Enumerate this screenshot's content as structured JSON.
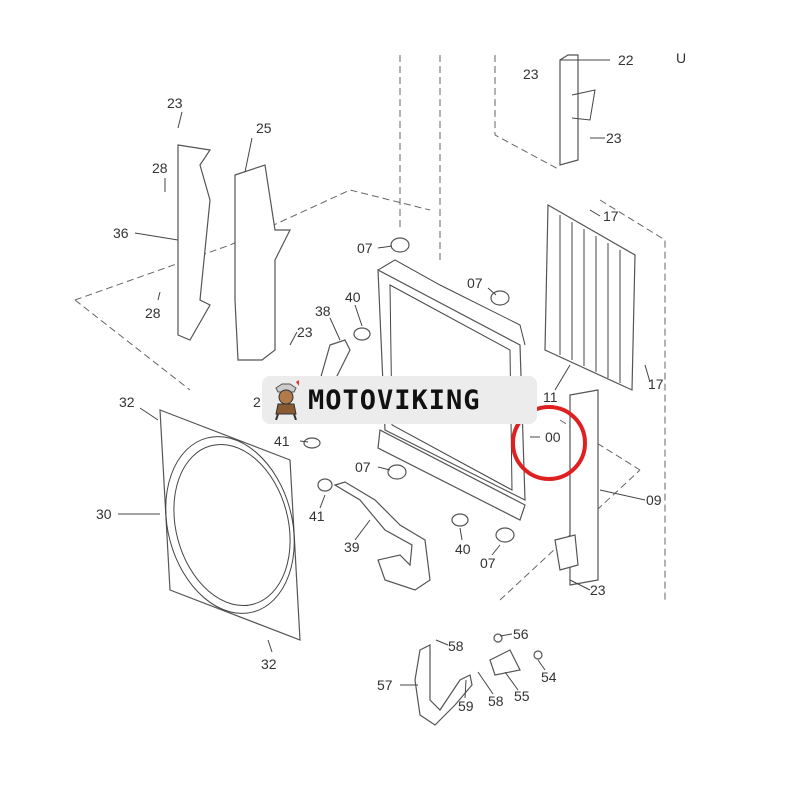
{
  "watermark": {
    "brand": "MOTOVIKING"
  },
  "highlight": {
    "label": "00",
    "color": "#e02020"
  },
  "labels": {
    "l23a": "23",
    "l22": "22",
    "lU": "U",
    "l23b": "23",
    "l25": "25",
    "l28a": "28",
    "l36": "36",
    "l28b": "28",
    "l23c": "23",
    "l17a": "17",
    "l07a": "07",
    "l07b": "07",
    "l40a": "40",
    "l38": "38",
    "l23d": "23",
    "l17b": "17",
    "l11": "11",
    "l32a": "32",
    "l2": "2",
    "l41a": "41",
    "l07c": "07",
    "l09": "09",
    "l30": "30",
    "l41b": "41",
    "l39": "39",
    "l40b": "40",
    "l07d": "07",
    "l23e": "23",
    "l56": "56",
    "l58a": "58",
    "l32b": "32",
    "l54": "54",
    "l57": "57",
    "l55": "55",
    "l58b": "58",
    "l59": "59"
  }
}
